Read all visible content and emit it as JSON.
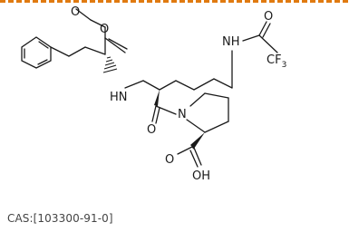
{
  "atom_labels": {
    "ester_o1": "O",
    "ester_o2": "O",
    "amide_n": "HN",
    "n_tfa": "NH",
    "tfa_o": "O",
    "cf3": "CF",
    "cf3_sub": "3",
    "pro_n": "N",
    "pro_o": "O",
    "cooh_o": "O",
    "cooh_oh": "OH"
  },
  "cas_label": "CAS:[103300-91-0]",
  "colors": {
    "ink": "#1a1a1a",
    "cas_text": "#444444",
    "top_bleed": "#e07a10"
  }
}
